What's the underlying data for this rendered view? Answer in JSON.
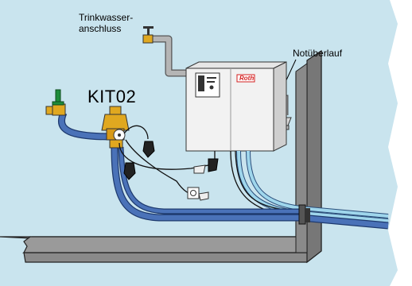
{
  "labels": {
    "water_inlet": [
      "Trinkwasser-",
      "anschluss"
    ],
    "overflow": "Notüberlauf",
    "kit": "KIT02",
    "brand": "Roth"
  },
  "colors": {
    "background": "#c9e4ee",
    "wall": "#8a8a8a",
    "wall_edge": "#222222",
    "pipe_gray": "#b5b5b5",
    "hose_blue": "#4a72b8",
    "hose_light": "#9fd6ec",
    "cabinet": "#f2f2f2",
    "valve_green": "#1e8c3a",
    "valve_brass": "#e0a820",
    "brand_red": "#d42020"
  },
  "icons": [
    "tap-icon",
    "ball-valve-icon",
    "pressure-reducer-icon",
    "float-switch-icon",
    "socket-icon",
    "drain-funnel-icon"
  ]
}
